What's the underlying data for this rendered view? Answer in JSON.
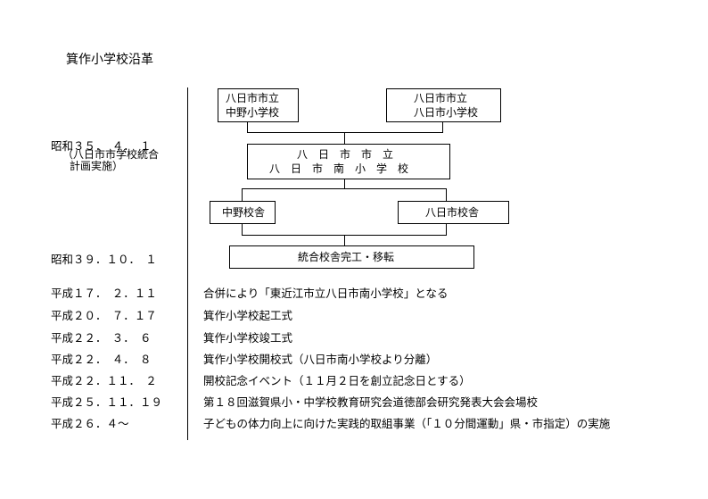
{
  "title": "箕作小学校沿革",
  "boxes": {
    "nakano_top_line1": "八日市市立",
    "nakano_top_line2": "中野小学校",
    "yokaichi_top_line1": "八日市市立",
    "yokaichi_top_line2": "八日市小学校",
    "minami_line1": "八　日　市　市　立",
    "minami_line2": "八　日　市　南　小　学　校",
    "nakano_kosha": "中野校舎",
    "yokaichi_kosha": "八日市校舎",
    "togo_kosha": "統合校舎完工・移転"
  },
  "timeline": [
    {
      "date": "昭和３５．　４．　１",
      "note_line1": "（八日市市学校統合",
      "note_line2": "計画実施）"
    },
    {
      "date": "昭和３９．１０．　１"
    },
    {
      "date": "平成１７．　２．１１",
      "event": "合併により「東近江市立八日市南小学校」となる"
    },
    {
      "date": "平成２０．　７．１７",
      "event": "箕作小学校起工式"
    },
    {
      "date": "平成２２．　３．　６",
      "event": "箕作小学校竣工式"
    },
    {
      "date": "平成２２．　４．　８",
      "event": "箕作小学校開校式（八日市南小学校より分離）"
    },
    {
      "date": "平成２２．１１．　２",
      "event": "開校記念イベント（１１月２日を創立記念日とする）"
    },
    {
      "date": "平成２５．１１．１９",
      "event": "第１８回滋賀県小・中学校教育研究会道徳部会研究発表大会会場校"
    },
    {
      "date": "平成２６．４～",
      "event": "子どもの体力向上に向けた実践的取組事業（「１０分間運動」県・市指定）の実施"
    }
  ]
}
